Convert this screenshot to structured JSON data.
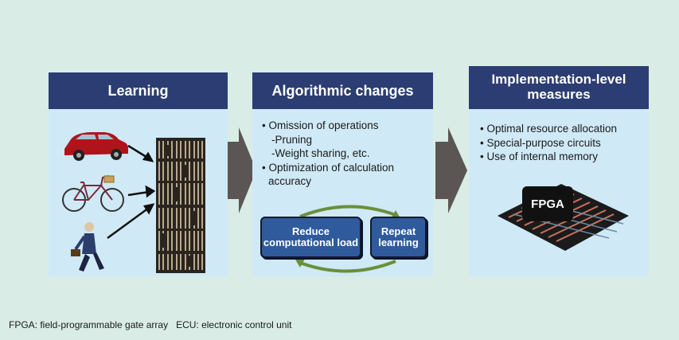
{
  "colors": {
    "background": "#d9ece6",
    "panel": "#cfe9f6",
    "header": "#2b3d72",
    "box": "#2f5b9d",
    "arrow": "#5b5653"
  },
  "learning": {
    "title": "Learning"
  },
  "algo": {
    "title": "Algorithmic changes",
    "bullets": [
      {
        "text": "• Omission of operations"
      },
      {
        "text": "-Pruning"
      },
      {
        "text": "-Weight sharing, etc."
      },
      {
        "text": "• Optimization of calculation"
      },
      {
        "text": "accuracy"
      }
    ],
    "box_reduce": "Reduce computational load",
    "box_repeat": "Repeat learning"
  },
  "impl": {
    "title": "Implementation-level measures",
    "bullets": [
      "• Optimal resource allocation",
      "• Special-purpose circuits",
      "• Use of internal memory"
    ],
    "chip_label": "FPGA"
  },
  "caption": "FPGA: field-programmable gate array   ECU: electronic control unit"
}
